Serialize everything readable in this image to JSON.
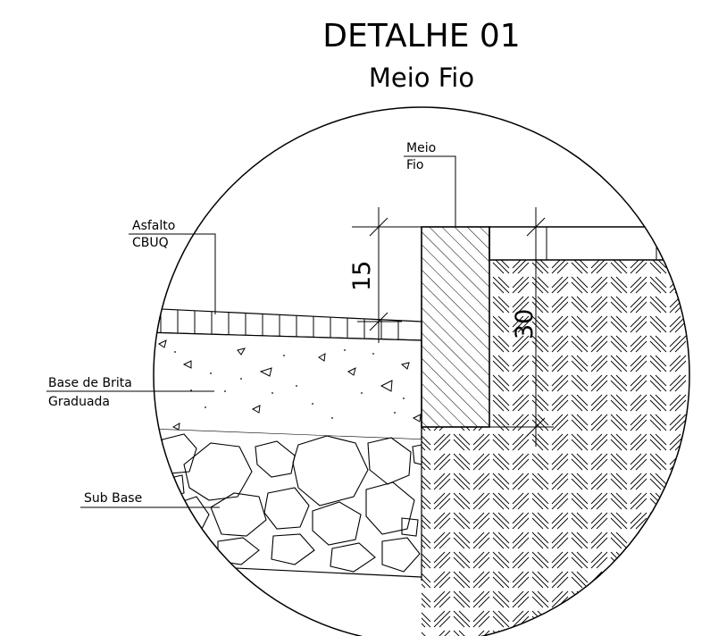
{
  "title": "DETALHE 01",
  "subtitle": "Meio Fio",
  "labels": {
    "meio_fio_line1": "Meio",
    "meio_fio_line2": "Fio",
    "asfalto_line1": "Asfalto",
    "asfalto_line2": "CBUQ",
    "base_line1": "Base de Brita",
    "base_line2": "Graduada",
    "sub_base": "Sub Base"
  },
  "dimensions": {
    "curb_exposed_height": "15",
    "curb_depth": "30"
  }
}
